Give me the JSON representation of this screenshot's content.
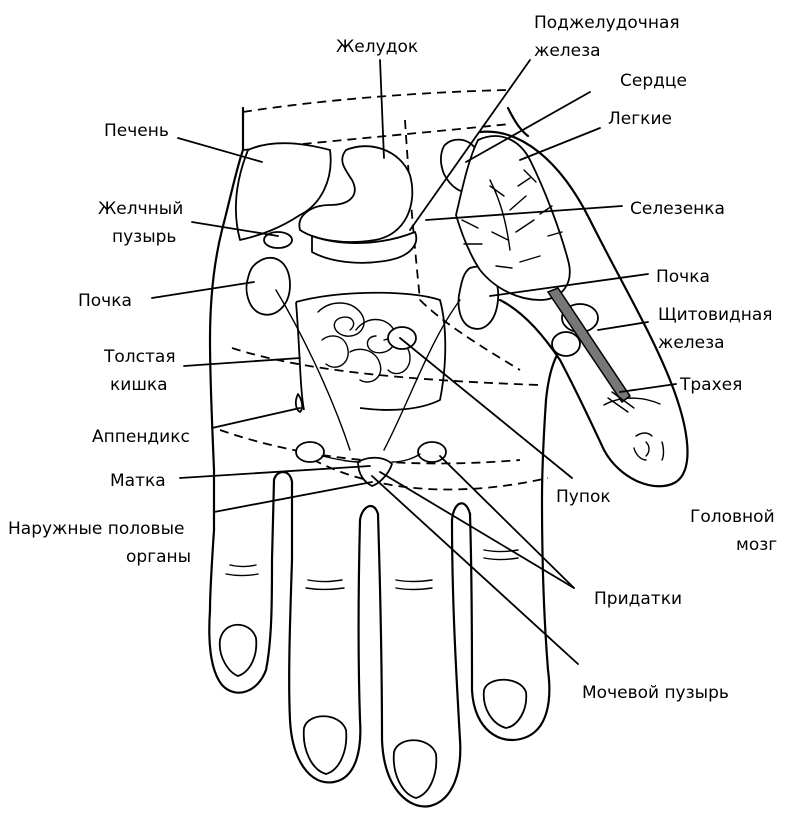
{
  "labels": {
    "stomach": "Желудок",
    "pancreas_1": "Поджелудочная",
    "pancreas_2": "железа",
    "heart": "Сердце",
    "lungs": "Легкие",
    "liver": "Печень",
    "gallbladder_1": "Желчный",
    "gallbladder_2": "пузырь",
    "spleen": "Селезенка",
    "kidney_left": "Почка",
    "kidney_right": "Почка",
    "thyroid_1": "Щитовидная",
    "thyroid_2": "железа",
    "colon_1": "Толстая",
    "colon_2": "кишка",
    "trachea": "Трахея",
    "appendix": "Аппендикс",
    "uterus": "Матка",
    "navel": "Пупок",
    "brain_1": "Головной",
    "brain_2": "мозг",
    "genitals_1": "Наружные половые",
    "genitals_2": "органы",
    "adnexa": "Придатки",
    "bladder": "Мочевой пузырь"
  }
}
